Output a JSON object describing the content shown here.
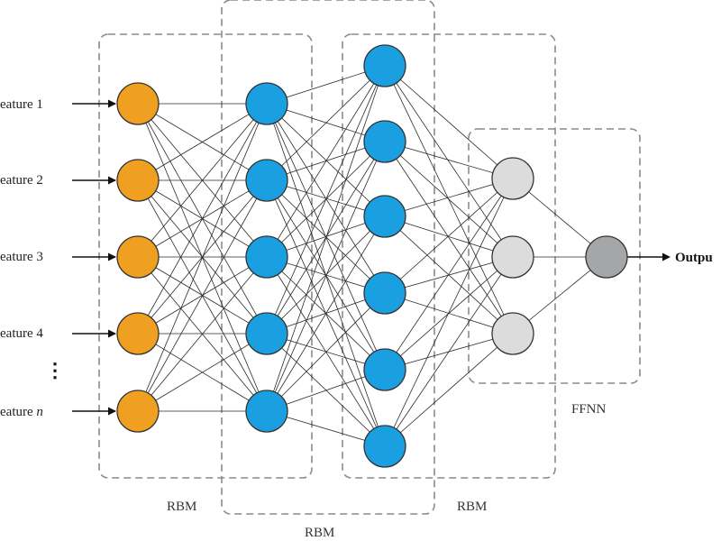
{
  "features": [
    {
      "label": "eature 1",
      "italic_suffix": ""
    },
    {
      "label": "eature 2",
      "italic_suffix": ""
    },
    {
      "label": "eature 3",
      "italic_suffix": ""
    },
    {
      "label": "eature 4",
      "italic_suffix": ""
    },
    {
      "label": "eature ",
      "italic_suffix": "n"
    }
  ],
  "ellipsis": "⋮",
  "boxes": {
    "rbm1": "RBM",
    "rbm2": "RBM",
    "rbm3": "RBM",
    "ffnn": "FFNN"
  },
  "output_label": "Outpu",
  "layers": {
    "input": {
      "count": 5,
      "color": "#f0a020"
    },
    "hidden1": {
      "count": 5,
      "color": "#1a9fe0"
    },
    "hidden2": {
      "count": 6,
      "color": "#1a9fe0"
    },
    "hidden3": {
      "count": 3,
      "color": "#dcdcdc"
    },
    "output": {
      "count": 1,
      "color": "#a4a6a8"
    }
  }
}
